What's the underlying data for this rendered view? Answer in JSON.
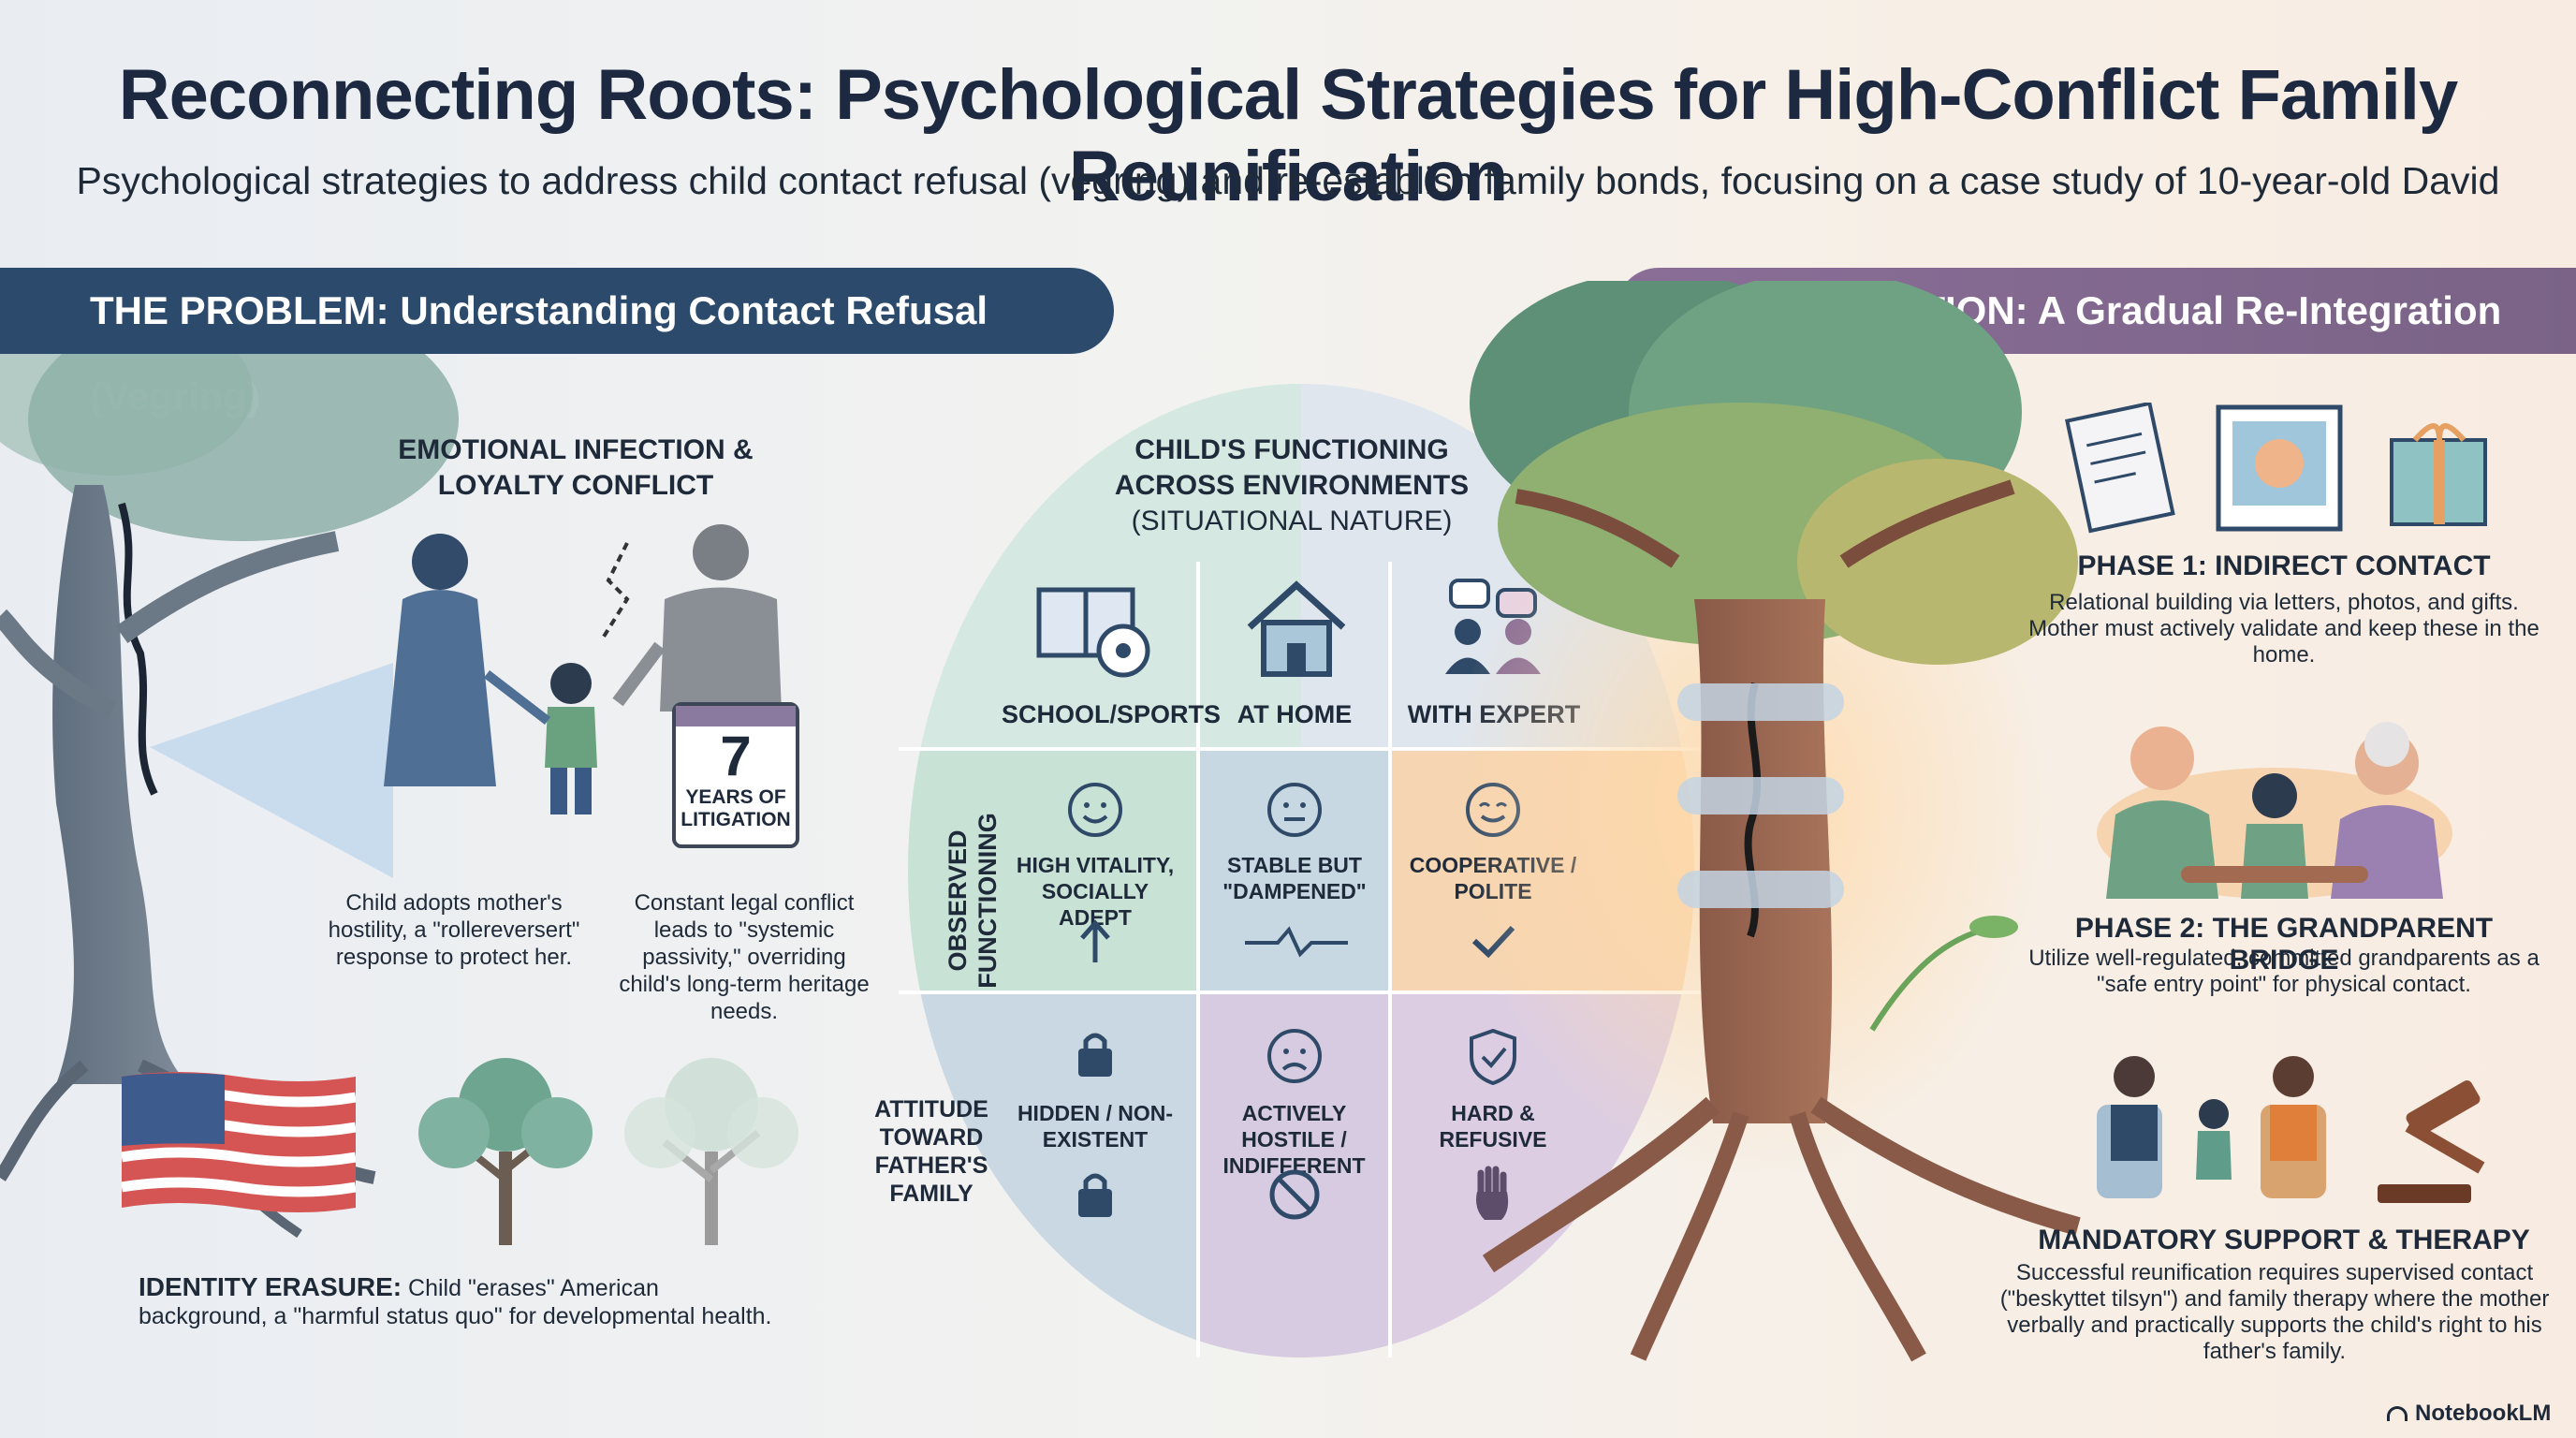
{
  "title": "Reconnecting Roots: Psychological Strategies for High-Conflict Family Reunification",
  "subtitle": "Psychological strategies to address child contact refusal (vegring) and re-establish family bonds, focusing on a case study of 10-year-old David",
  "problem": {
    "banner": "THE PROBLEM: Understanding Contact Refusal (Vegring)",
    "emotional_heading": "EMOTIONAL INFECTION & LOYALTY CONFLICT",
    "calendar_number": "7",
    "calendar_label": "YEARS OF LITIGATION",
    "caption_child": "Child adopts mother's hostility, a \"rollereversert\" response to protect her.",
    "caption_litigation": "Constant legal conflict leads to \"systemic passivity,\" overriding child's long-term heritage needs.",
    "identity_bold": "IDENTITY ERASURE:",
    "identity_text": " Child \"erases\" American background, a \"harmful status quo\" for developmental health."
  },
  "matrix": {
    "heading": "CHILD'S FUNCTIONING ACROSS ENVIRONMENTS",
    "subheading": "(SITUATIONAL NATURE)",
    "columns": [
      "SCHOOL/SPORTS",
      "AT HOME",
      "WITH EXPERT"
    ],
    "row_observed": "OBSERVED FUNCTIONING",
    "row_attitude": "ATTITUDE TOWARD FATHER'S FAMILY",
    "observed": [
      "HIGH VITALITY, SOCIALLY ADEPT",
      "STABLE BUT \"DAMPENED\"",
      "COOPERATIVE / POLITE"
    ],
    "attitude": [
      "HIDDEN / NON-EXISTENT",
      "ACTIVELY HOSTILE / INDIFFERENT",
      "HARD & REFUSIVE"
    ]
  },
  "solution": {
    "banner": "THE SOLUTION: A Gradual Re-Integration Path",
    "phase1_title": "PHASE 1: INDIRECT CONTACT",
    "phase1_text": "Relational building via letters, photos, and gifts. Mother must actively validate and keep these in the home.",
    "phase2_title": "PHASE 2: THE GRANDPARENT BRIDGE",
    "phase2_text": "Utilize well-regulated, committed grandparents as a \"safe entry point\" for physical contact.",
    "phase3_title": "MANDATORY SUPPORT & THERAPY",
    "phase3_text": "Successful reunification requires supervised contact (\"beskyttet tilsyn\") and family therapy where the mother verbally and practically supports the child's right to his father's family."
  },
  "brand": "NotebookLM",
  "colors": {
    "problem_banner": "#2c4a6b",
    "solution_banner": "#7f6790",
    "teal": "#cfe5dc",
    "blue": "#cbd9e3",
    "peach": "#f7d6b4",
    "lavender": "#d9cbe2"
  }
}
